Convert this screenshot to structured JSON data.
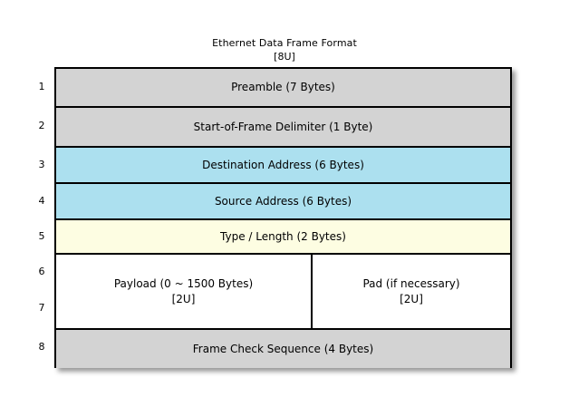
{
  "diagram": {
    "title": "Ethernet Data Frame Format",
    "subtitle": "[8U]",
    "colors": {
      "gray": "#d3d3d3",
      "blue": "#ace0ef",
      "yellow": "#fdfde2",
      "white": "#ffffff",
      "border": "#000000",
      "background": "#ffffff"
    },
    "row_numbers": [
      "1",
      "2",
      "3",
      "4",
      "5",
      "6",
      "7",
      "8"
    ],
    "rows": [
      {
        "number": "1",
        "label": "Preamble (7 Bytes)",
        "tint": "gray"
      },
      {
        "number": "2",
        "label": "Start-of-Frame Delimiter (1 Byte)",
        "tint": "gray"
      },
      {
        "number": "3",
        "label": "Destination Address (6 Bytes)",
        "tint": "blue"
      },
      {
        "number": "4",
        "label": "Source Address (6 Bytes)",
        "tint": "blue"
      },
      {
        "number": "5",
        "label": "Type / Length (2 Bytes)",
        "tint": "yellow"
      },
      {
        "number": "6,7",
        "tint": "white",
        "split": true,
        "left": {
          "label": "Payload (0 ~ 1500 Bytes)",
          "sublabel": "[2U]"
        },
        "right": {
          "label": "Pad (if necessary)",
          "sublabel": "[2U]"
        }
      },
      {
        "number": "8",
        "label": "Frame Check Sequence (4 Bytes)",
        "tint": "gray"
      }
    ]
  }
}
